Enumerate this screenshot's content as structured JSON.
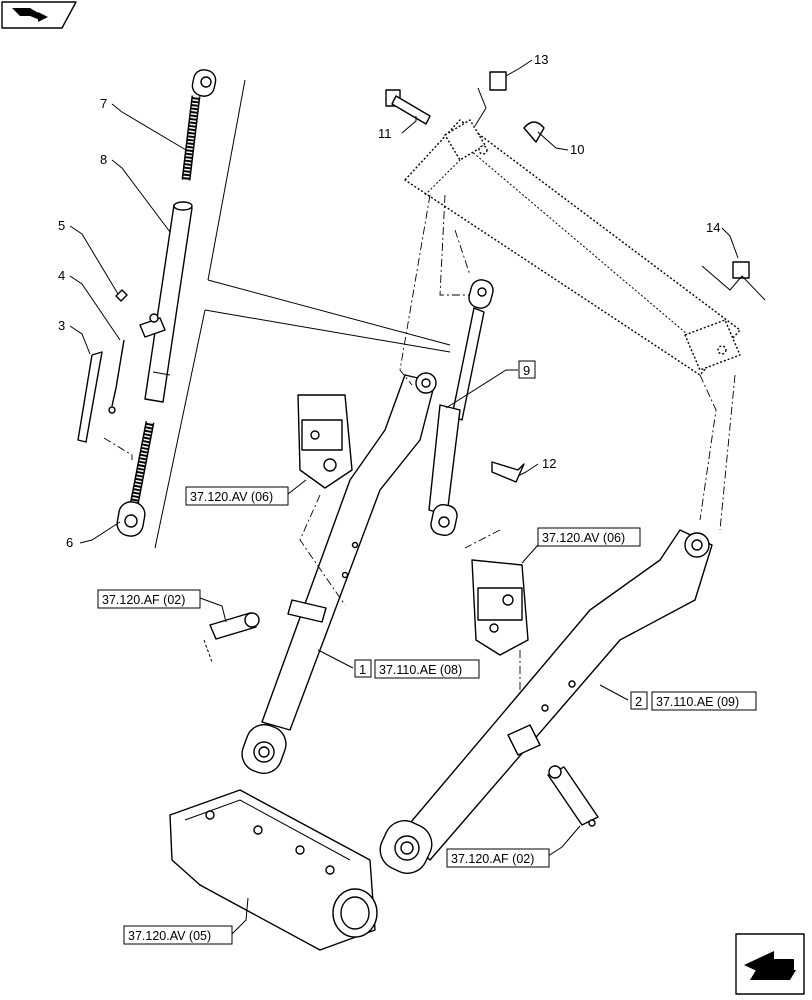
{
  "icons": {
    "top_left": "wrench-flag-icon",
    "bottom_right": "navigation-arrow-icon"
  },
  "callouts": {
    "c1": "1",
    "c2": "2",
    "c3": "3",
    "c4": "4",
    "c5": "5",
    "c6": "6",
    "c7": "7",
    "c8": "8",
    "c9": "9",
    "c10": "10",
    "c11": "11",
    "c12": "12",
    "c13": "13",
    "c14": "14"
  },
  "references": {
    "ref_av06_left": "37.120.AV (06)",
    "ref_av06_right": "37.120.AV (06)",
    "ref_af02_left": "37.120.AF (02)",
    "ref_af02_right": "37.120.AF (02)",
    "ref_ae08": "37.110.AE (08)",
    "ref_ae09": "37.110.AE (09)",
    "ref_av05": "37.120.AV (05)"
  }
}
